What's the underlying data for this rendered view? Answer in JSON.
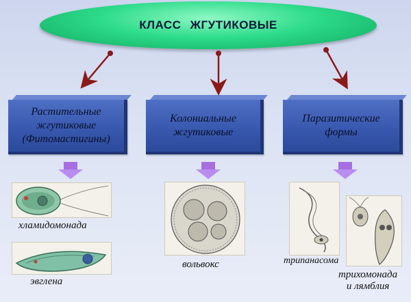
{
  "title": "КЛАСС   ЖГУТИКОВЫЕ",
  "categories": [
    {
      "label": "Растительные\nжгутиковые\n(Фитомастигины)"
    },
    {
      "label": "Колониальные\nжгутиковые"
    },
    {
      "label": "Паразитические\nформы"
    }
  ],
  "captions": {
    "chlamydomonas": "хламидомонада",
    "euglena": "эвглена",
    "volvox": "вольвокс",
    "trypanosoma": "трипанасома",
    "trichomonas": "трихомонада\nи лямблия"
  },
  "colors": {
    "title_fill": "#2ddc8a",
    "box_fill": "#3657ad",
    "connector": "#8a1a1a",
    "down_arrow": "#a86ee0"
  }
}
